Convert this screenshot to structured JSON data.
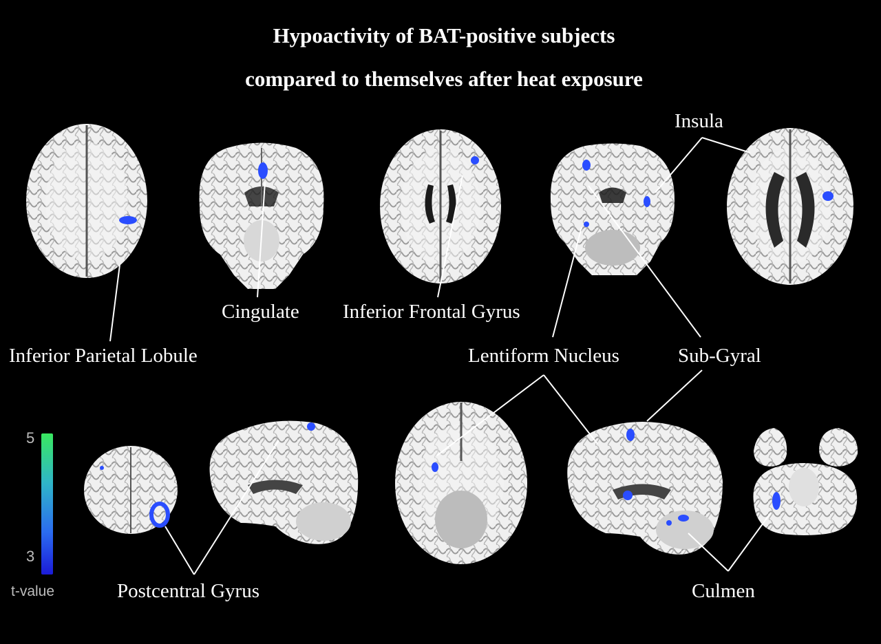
{
  "title": {
    "line1": "Hypoactivity of BAT-positive subjects",
    "line2": "compared to themselves after heat exposure"
  },
  "labels": {
    "inferior_parietal_lobule": "Inferior Parietal Lobule",
    "cingulate": "Cingulate",
    "inferior_frontal_gyrus": "Inferior Frontal Gyrus",
    "insula": "Insula",
    "lentiform_nucleus": "Lentiform Nucleus",
    "sub_gyral": "Sub-Gyral",
    "postcentral_gyrus": "Postcentral Gyrus",
    "culmen": "Culmen"
  },
  "colorbar": {
    "max": "5",
    "min": "3",
    "label": "t-value",
    "colors": [
      "#39e860",
      "#2fb6c8",
      "#2b6cf0",
      "#1b1bd8"
    ]
  },
  "colors": {
    "background": "#000000",
    "brain_white": "#f2f2f2",
    "brain_gray": "#8c8c8c",
    "activation": "#2a4dff",
    "leader_line": "#ffffff"
  }
}
